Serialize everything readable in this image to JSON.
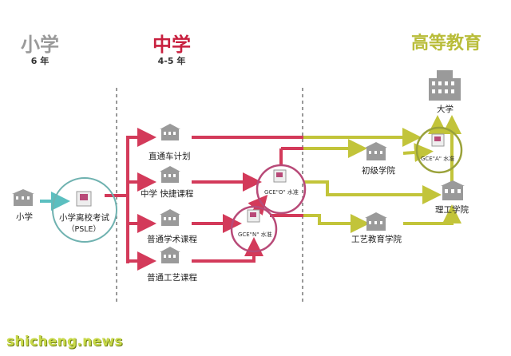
{
  "colors": {
    "primary_stage": "#9a9a9a",
    "secondary_stage": "#c8203f",
    "tertiary_stage": "#b9bd3a",
    "red_arrow": "#d33a5a",
    "olive_arrow": "#c2c43a",
    "teal_arrow": "#5bbfc0",
    "circle_red": "#b84a78",
    "circle_teal": "#6fb2b0",
    "building": "#9a9a9a"
  },
  "stages": {
    "primary": {
      "title": "小学",
      "years": "6 年"
    },
    "secondary": {
      "title": "中学",
      "years": "4-5 年"
    },
    "tertiary": {
      "title": "高等教育"
    }
  },
  "nodes": {
    "primary_school": "小学",
    "psle_line1": "小学离校考试",
    "psle_line2": "（PSLE）",
    "express": "直通车计划",
    "express_normal": "中学  快捷课程",
    "normal_academic": "普通学术课程",
    "normal_technical": "普通工艺课程",
    "gce_o": "GCE\"O\" 水准",
    "gce_n": "GCE\"N\" 水准",
    "gce_a": "GCE\"A\" 水准",
    "junior_college": "初级学院",
    "ite": "工艺教育学院",
    "polytechnic": "理工学院",
    "university": "大学"
  },
  "icons": [
    "school-building-icon",
    "university-building-icon",
    "exam-paper-icon"
  ],
  "watermark": "shicheng.news"
}
